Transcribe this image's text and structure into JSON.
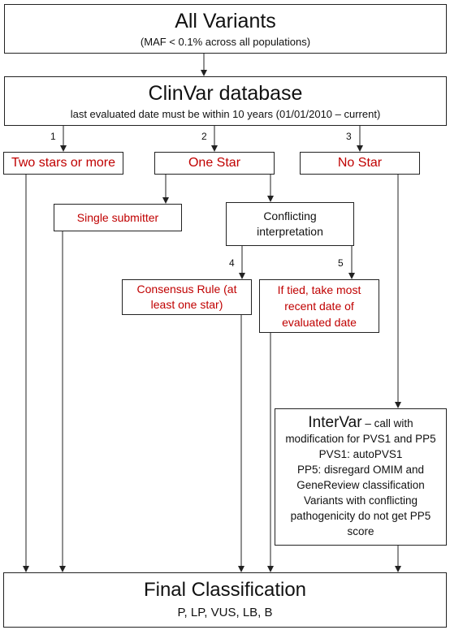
{
  "all_variants": {
    "title": "All Variants",
    "subtitle": "(MAF < 0.1% across all populations)"
  },
  "clinvar": {
    "title": "ClinVar database",
    "subtitle": "last evaluated date must be within 10 years (01/01/2010 – current)"
  },
  "branches": {
    "n1": "1",
    "n2": "2",
    "n3": "3",
    "n4": "4",
    "n5": "5"
  },
  "two_stars": "Two stars or more",
  "one_star": "One Star",
  "no_star": "No Star",
  "single_submitter": "Single submitter",
  "conflicting": "Conflicting interpretation",
  "consensus": "Consensus Rule (at least one star)",
  "tied": "If tied, take most recent date of evaluated date",
  "intervar": {
    "title": "InterVar",
    "line1": " – call with modification for PVS1 and PP5",
    "line2": "PVS1: autoPVS1",
    "line3": "PP5: disregard OMIM and GeneReview classification",
    "line4": "Variants with conflicting pathogenicity do not get PP5 score"
  },
  "final": {
    "title": "Final Classification",
    "subtitle": "P, LP, VUS, LB, B"
  }
}
